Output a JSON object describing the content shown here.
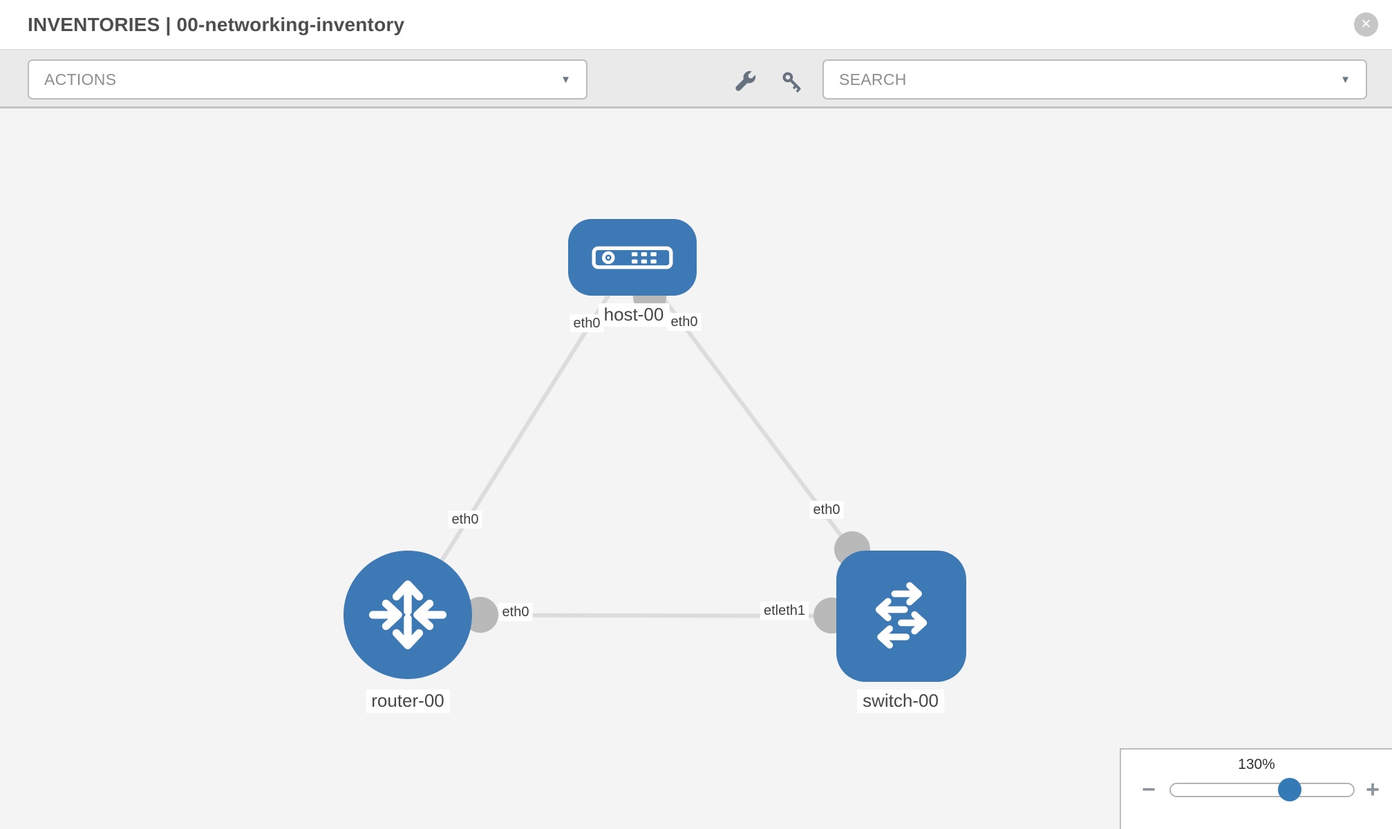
{
  "header": {
    "title": "INVENTORIES | 00-networking-inventory"
  },
  "toolbar": {
    "actions_label": "ACTIONS",
    "search_label": "SEARCH",
    "tool_icons": [
      "wrench-icon",
      "key-icon"
    ]
  },
  "icons": {
    "caret": "▼",
    "close": "✕",
    "minus": "−",
    "plus": "+"
  },
  "topology": {
    "nodes": [
      {
        "label": "host-00",
        "type": "host",
        "icon": "server-icon"
      },
      {
        "label": "router-00",
        "type": "router",
        "icon": "router-arrows-icon"
      },
      {
        "label": "switch-00",
        "type": "switch",
        "icon": "switch-arrows-icon"
      }
    ],
    "links": [
      {
        "from": "host-00",
        "to": "router-00",
        "from_iface": "eth0",
        "to_iface": "eth0"
      },
      {
        "from": "host-00",
        "to": "switch-00",
        "from_iface": "eth0",
        "to_iface": "eth0"
      },
      {
        "from": "router-00",
        "to": "switch-00",
        "from_iface": "eth0",
        "to_iface": "etleth1"
      }
    ]
  },
  "zoom_control": {
    "level": "130%"
  },
  "colors": {
    "node_blue": "#3c79b5",
    "accent_blue": "#337ab7",
    "link_gray": "#dcdcdc",
    "interface_gray": "#b9b9b9",
    "canvas_bg": "#f4f4f4",
    "toolbar_bg": "#eaeaea",
    "header_text": "#4e4e4e"
  }
}
